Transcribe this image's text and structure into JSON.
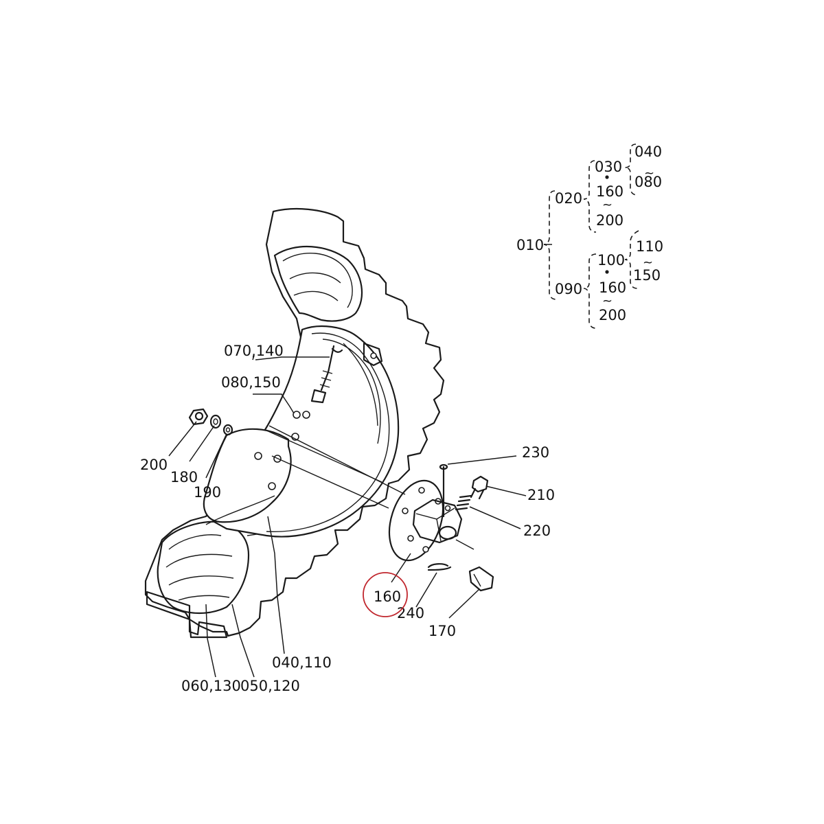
{
  "highlight_color": "#c0262d",
  "diagram": {
    "part_labels": {
      "p070_140": "070,140",
      "p080_150": "080,150",
      "p200": "200",
      "p180": "180",
      "p190": "190",
      "p230": "230",
      "p210": "210",
      "p220": "220",
      "p160_circled": "160",
      "p240": "240",
      "p170": "170",
      "p040_110": "040,110",
      "p060_130": "060,130",
      "p050_120": "050,120"
    },
    "tree_labels": {
      "t010": "010",
      "t020": "020",
      "t030": "030",
      "t040": "040",
      "t080": "080",
      "t160a": "160",
      "t200a": "200",
      "t090": "090",
      "t100": "100",
      "t110": "110",
      "t150": "150",
      "t160b": "160",
      "t200b": "200"
    }
  }
}
